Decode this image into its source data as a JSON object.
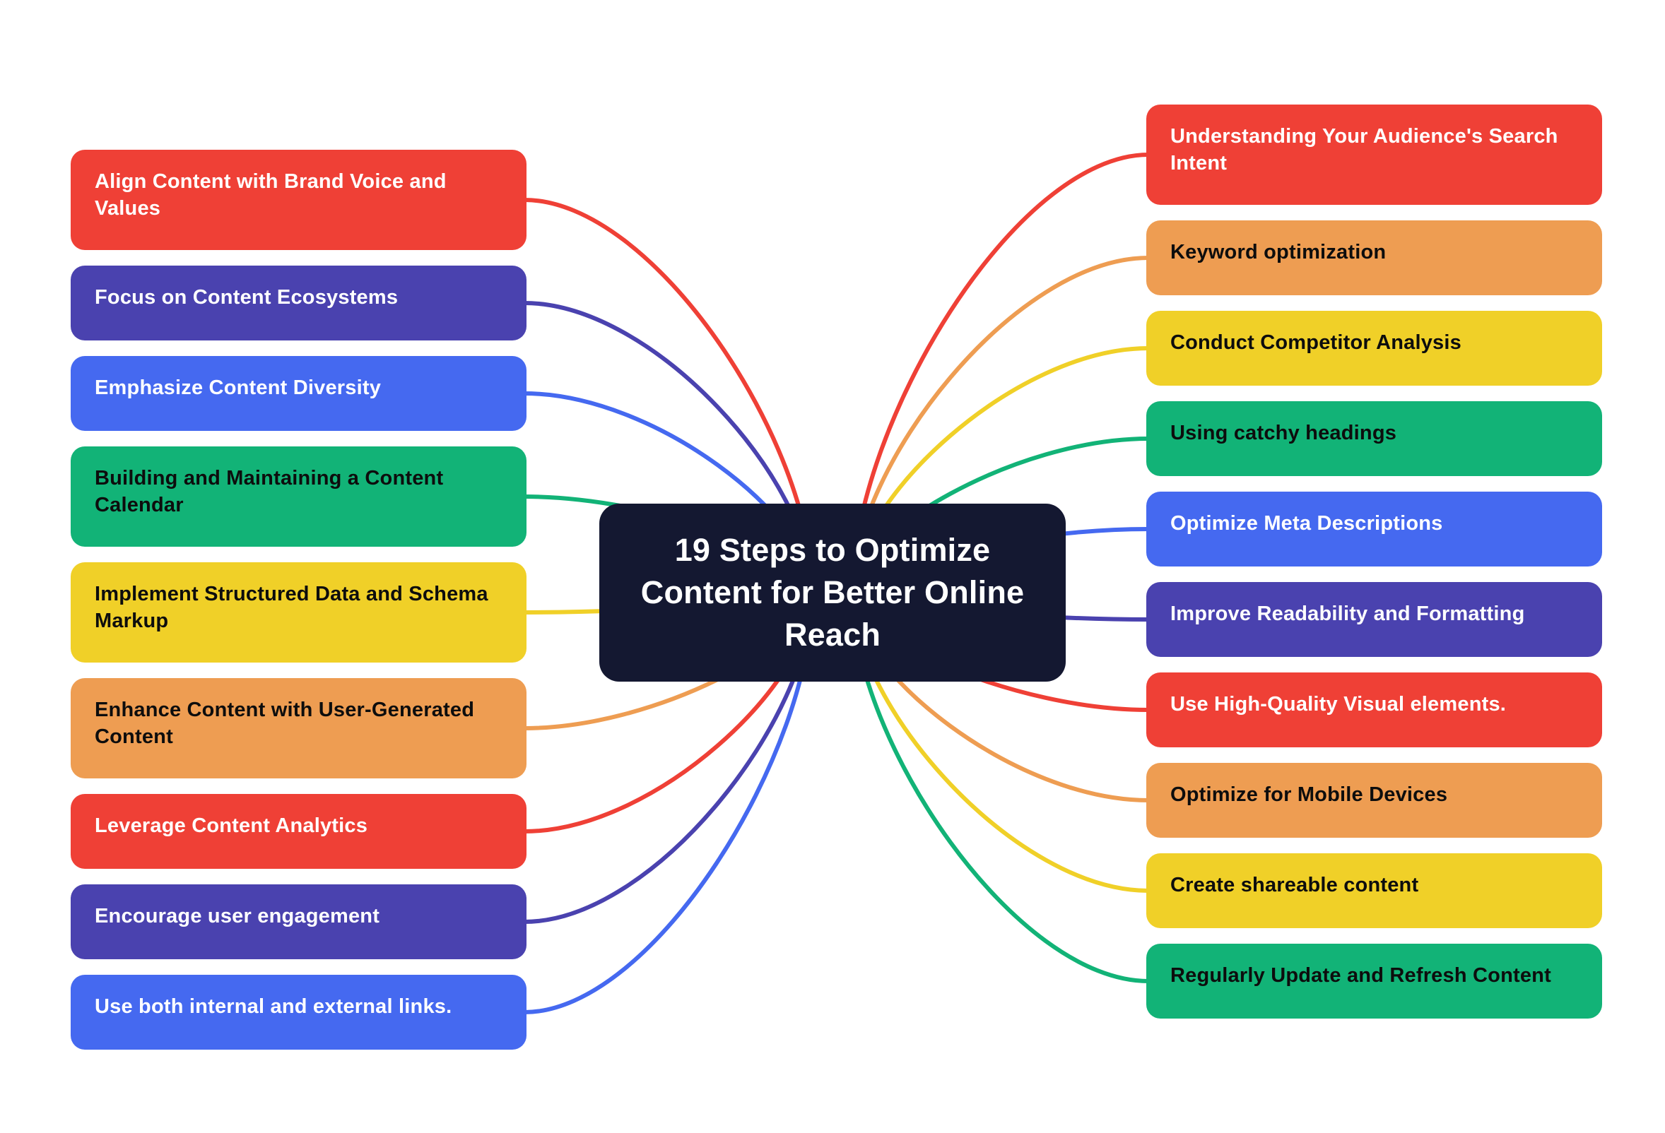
{
  "title": "19 Steps to Optimize Content for Better Online Reach",
  "palette": {
    "red": "#EF4036",
    "orange": "#EE9D52",
    "yellow": "#F0D028",
    "green": "#12B377",
    "blue": "#4569F0",
    "indigo": "#4A42AF",
    "navy": "#141831",
    "canvas": "#FFFFFF"
  },
  "text_colors": {
    "light": "#FFFFFF",
    "dark": "#0D0D0D"
  },
  "center": {
    "label": "19 Steps to Optimize Content for Better Online Reach",
    "color": "navy",
    "text": "light"
  },
  "left_branches": [
    {
      "label": "Align Content with Brand Voice and Values",
      "color": "red",
      "text": "light"
    },
    {
      "label": "Focus on Content Ecosystems",
      "color": "indigo",
      "text": "light"
    },
    {
      "label": "Emphasize Content Diversity",
      "color": "blue",
      "text": "light"
    },
    {
      "label": "Building and Maintaining a Content Calendar",
      "color": "green",
      "text": "dark"
    },
    {
      "label": "Implement Structured Data and Schema Markup",
      "color": "yellow",
      "text": "dark"
    },
    {
      "label": "Enhance Content with User-Generated Content",
      "color": "orange",
      "text": "dark"
    },
    {
      "label": "Leverage Content Analytics",
      "color": "red",
      "text": "light"
    },
    {
      "label": "Encourage user engagement",
      "color": "indigo",
      "text": "light"
    },
    {
      "label": "Use both internal and external links.",
      "color": "blue",
      "text": "light"
    }
  ],
  "right_branches": [
    {
      "label": "Understanding Your Audience's Search Intent",
      "color": "red",
      "text": "light"
    },
    {
      "label": "Keyword optimization",
      "color": "orange",
      "text": "dark"
    },
    {
      "label": "Conduct Competitor Analysis",
      "color": "yellow",
      "text": "dark"
    },
    {
      "label": "Using catchy headings",
      "color": "green",
      "text": "dark"
    },
    {
      "label": "Optimize Meta Descriptions",
      "color": "blue",
      "text": "light"
    },
    {
      "label": "Improve Readability and Formatting",
      "color": "indigo",
      "text": "light"
    },
    {
      "label": "Use High-Quality Visual elements.",
      "color": "red",
      "text": "light"
    },
    {
      "label": "Optimize for Mobile Devices",
      "color": "orange",
      "text": "dark"
    },
    {
      "label": "Create shareable content",
      "color": "yellow",
      "text": "dark"
    },
    {
      "label": "Regularly Update and Refresh Content",
      "color": "green",
      "text": "dark"
    }
  ]
}
